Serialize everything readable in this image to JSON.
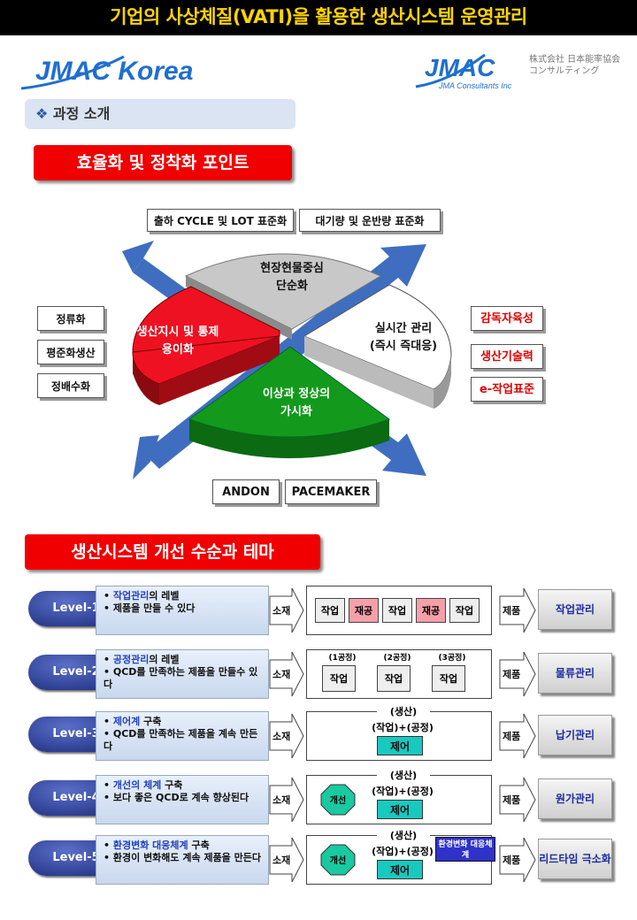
{
  "header": {
    "title": "기업의 사상체질(VATI)을 활용한 생산시스템 운영관리"
  },
  "logos": {
    "left_brand": "JMAC Korea",
    "right_brand": "JMAC",
    "right_sub": "JMA Consultants Inc",
    "right_jp_line1": "株式会社 日本能率協会",
    "right_jp_line2": "コンサルティング"
  },
  "section": {
    "title": "과정 소개"
  },
  "part1": {
    "title": "효율화 및 정착화 포인트",
    "top_tags": [
      "출하 CYCLE 및 LOT 표준화",
      "대기량 및 운반량 표준화"
    ],
    "left_tags": [
      "정류화",
      "평준화생산",
      "정배수화"
    ],
    "right_tags": [
      "감독자육성",
      "생산기술력",
      "e-작업표준"
    ],
    "bottom_tags": [
      "ANDON",
      "PACEMAKER"
    ],
    "quadrants": {
      "top": [
        "현장현물중심",
        "단순화"
      ],
      "left": [
        "생산지시 및 통제",
        "용이화"
      ],
      "right": [
        "실시간 관리",
        "(즉시 즉대응)"
      ],
      "bottom": [
        "이상과 정상의",
        "가시화"
      ]
    },
    "colors": {
      "top": "#c8c8c8",
      "left": "#ee1122",
      "right": "#ffffff",
      "bottom": "#139a1c",
      "arrow": "#3f6ec0"
    }
  },
  "part2": {
    "title": "생산시스템 개선 수순과 테마",
    "input_label": "소재",
    "output_label": "제품",
    "levels": [
      {
        "label": "Level-1",
        "lines": [
          [
            "작업관리",
            "의 레벨"
          ],
          [
            "",
            "제품을 만들 수 있다"
          ]
        ],
        "result": "작업관리",
        "cells": [
          "작업",
          "재공",
          "작업",
          "재공",
          "작업"
        ]
      },
      {
        "label": "Level-2",
        "lines": [
          [
            "공정관리",
            "의 레벨"
          ],
          [
            "",
            "QCD를 만족하는 제품을 만들수 있다"
          ]
        ],
        "result": "물류관리",
        "process_labels": [
          "(1공정)",
          "(2공정)",
          "(3공정)"
        ],
        "cell": "작업"
      },
      {
        "label": "Level-3",
        "lines": [
          [
            "제어계",
            " 구축"
          ],
          [
            "",
            "QCD를 만족하는 제품을 계속 만든다"
          ]
        ],
        "result": "납기관리",
        "group": "(생산)",
        "formula": "(작업)+(공정)",
        "control": "제어"
      },
      {
        "label": "Level-4",
        "lines": [
          [
            "개선의 체계",
            " 구축"
          ],
          [
            "",
            "보다 좋은 QCD로 계속 향상된다"
          ]
        ],
        "result": "원가관리",
        "group": "(생산)",
        "formula": "(작업)+(공정)",
        "control": "제어",
        "badge": "개선"
      },
      {
        "label": "Level-5",
        "lines": [
          [
            "환경변화 대응체계",
            " 구축"
          ],
          [
            "",
            "환경이 변화해도 계속 제품을 만든다"
          ]
        ],
        "result": "리드타임 극소화",
        "group": "(생산)",
        "formula": "(작업)+(공정)",
        "control": "제어",
        "badge": "개선",
        "env": "환경변화 대응체계"
      }
    ]
  }
}
